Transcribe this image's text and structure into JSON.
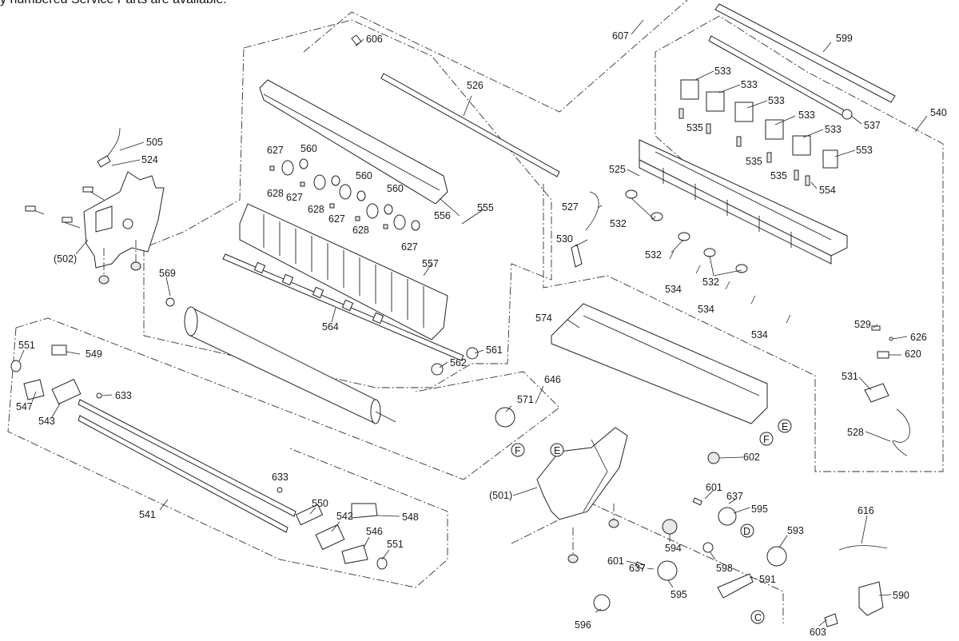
{
  "header_note": "y numbered Service Parts are available.",
  "diagram": {
    "title": "Exploded parts diagram - paper feed / platen / side frames",
    "labels": [
      {
        "id": "l505",
        "text": "505"
      },
      {
        "id": "l524",
        "text": "524"
      },
      {
        "id": "l502",
        "text": "(502)"
      },
      {
        "id": "l569",
        "text": "569"
      },
      {
        "id": "l606",
        "text": "606"
      },
      {
        "id": "l526",
        "text": "526"
      },
      {
        "id": "l607",
        "text": "607"
      },
      {
        "id": "l599",
        "text": "599"
      },
      {
        "id": "l540",
        "text": "540"
      },
      {
        "id": "l537",
        "text": "537"
      },
      {
        "id": "l533a",
        "text": "533"
      },
      {
        "id": "l533b",
        "text": "533"
      },
      {
        "id": "l533c",
        "text": "533"
      },
      {
        "id": "l533d",
        "text": "533"
      },
      {
        "id": "l533e",
        "text": "533"
      },
      {
        "id": "l535a",
        "text": "535"
      },
      {
        "id": "l535b",
        "text": "535"
      },
      {
        "id": "l535c",
        "text": "535"
      },
      {
        "id": "l553",
        "text": "553"
      },
      {
        "id": "l554",
        "text": "554"
      },
      {
        "id": "l525",
        "text": "525"
      },
      {
        "id": "l527",
        "text": "527"
      },
      {
        "id": "l530",
        "text": "530"
      },
      {
        "id": "l532a",
        "text": "532"
      },
      {
        "id": "l532b",
        "text": "532"
      },
      {
        "id": "l532c",
        "text": "532"
      },
      {
        "id": "l534a",
        "text": "534"
      },
      {
        "id": "l534b",
        "text": "534"
      },
      {
        "id": "l534c",
        "text": "534"
      },
      {
        "id": "l627a",
        "text": "627"
      },
      {
        "id": "l627b",
        "text": "627"
      },
      {
        "id": "l627c",
        "text": "627"
      },
      {
        "id": "l627d",
        "text": "627"
      },
      {
        "id": "l560a",
        "text": "560"
      },
      {
        "id": "l560b",
        "text": "560"
      },
      {
        "id": "l560c",
        "text": "560"
      },
      {
        "id": "l628a",
        "text": "628"
      },
      {
        "id": "l628b",
        "text": "628"
      },
      {
        "id": "l628c",
        "text": "628"
      },
      {
        "id": "l556",
        "text": "556"
      },
      {
        "id": "l555",
        "text": "555"
      },
      {
        "id": "l557",
        "text": "557"
      },
      {
        "id": "l564",
        "text": "564"
      },
      {
        "id": "l561",
        "text": "561"
      },
      {
        "id": "l562",
        "text": "562"
      },
      {
        "id": "l574",
        "text": "574"
      },
      {
        "id": "l646",
        "text": "646"
      },
      {
        "id": "l571",
        "text": "571"
      },
      {
        "id": "l551a",
        "text": "551"
      },
      {
        "id": "l549",
        "text": "549"
      },
      {
        "id": "l547",
        "text": "547"
      },
      {
        "id": "l543",
        "text": "543"
      },
      {
        "id": "l633a",
        "text": "633"
      },
      {
        "id": "l633b",
        "text": "633"
      },
      {
        "id": "l541",
        "text": "541"
      },
      {
        "id": "l550",
        "text": "550"
      },
      {
        "id": "l542",
        "text": "542"
      },
      {
        "id": "l548",
        "text": "548"
      },
      {
        "id": "l546",
        "text": "546"
      },
      {
        "id": "l551b",
        "text": "551"
      },
      {
        "id": "l529",
        "text": "529"
      },
      {
        "id": "l626",
        "text": "626"
      },
      {
        "id": "l620",
        "text": "620"
      },
      {
        "id": "l531",
        "text": "531"
      },
      {
        "id": "l528",
        "text": "528"
      },
      {
        "id": "l602",
        "text": "602"
      },
      {
        "id": "l501",
        "text": "(501)"
      },
      {
        "id": "l601a",
        "text": "601"
      },
      {
        "id": "l637a",
        "text": "637"
      },
      {
        "id": "l595a",
        "text": "595"
      },
      {
        "id": "l594",
        "text": "594"
      },
      {
        "id": "l598",
        "text": "598"
      },
      {
        "id": "l593",
        "text": "593"
      },
      {
        "id": "l601b",
        "text": "601"
      },
      {
        "id": "l637b",
        "text": "637"
      },
      {
        "id": "l595b",
        "text": "595"
      },
      {
        "id": "l596",
        "text": "596"
      },
      {
        "id": "l591",
        "text": "591"
      },
      {
        "id": "l616",
        "text": "616"
      },
      {
        "id": "l590",
        "text": "590"
      },
      {
        "id": "l603",
        "text": "603"
      }
    ],
    "connectors": [
      {
        "id": "cE1",
        "text": "E"
      },
      {
        "id": "cF1",
        "text": "F"
      },
      {
        "id": "cF2",
        "text": "F"
      },
      {
        "id": "cE2",
        "text": "E"
      },
      {
        "id": "cD",
        "text": "D"
      },
      {
        "id": "cC",
        "text": "C"
      }
    ]
  }
}
